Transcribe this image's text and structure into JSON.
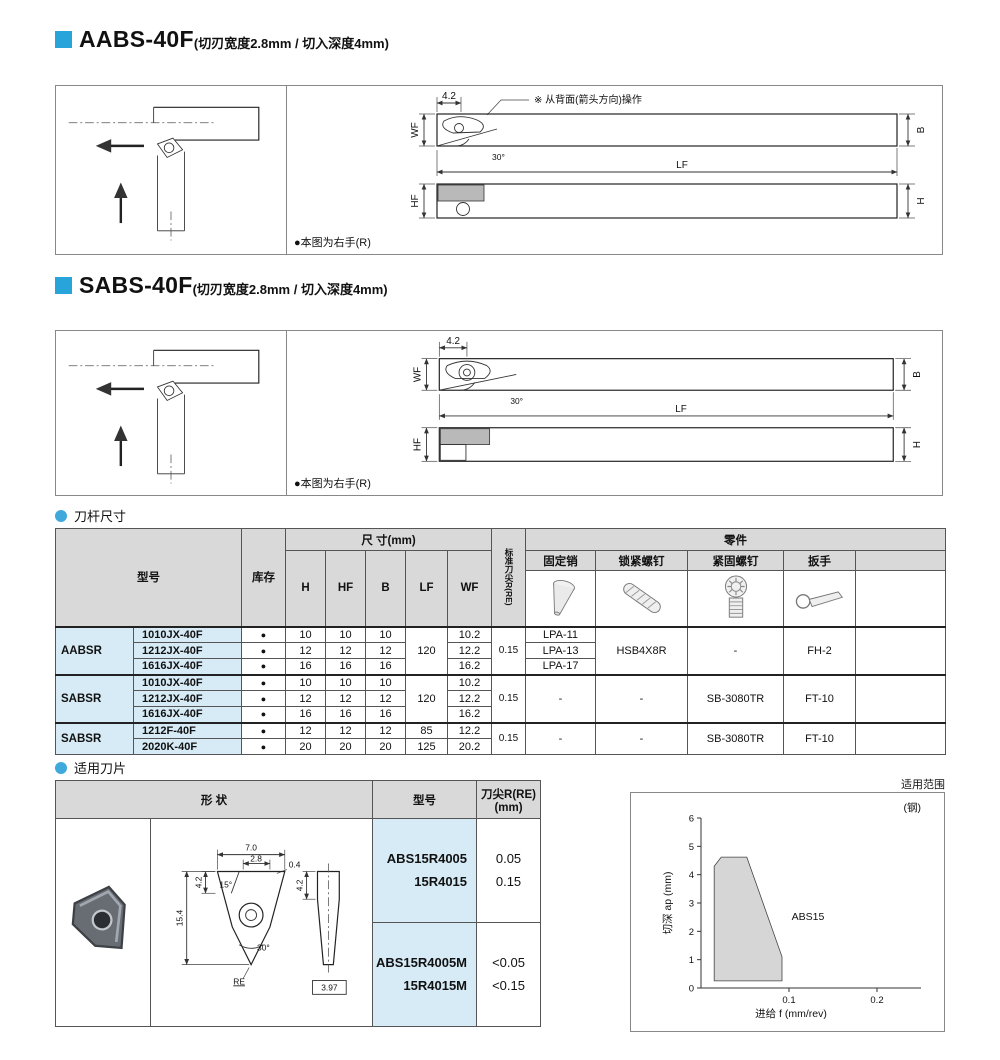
{
  "colors": {
    "accent": "#29a4da",
    "bullet": "#3fa9dc",
    "header_bg": "#d9d9d9",
    "model_bg": "#d7ebf6",
    "region_fill": "#d6d6d6"
  },
  "section_aabs": {
    "title": "AABS-40F",
    "subtitle": "(切刃宽度2.8mm / 切入深度4mm)",
    "back_note": "※ 从背面(箭头方向)操作",
    "hand_note": "●本图为右手(R)",
    "dims": {
      "d42": "4.2",
      "wf": "WF",
      "b": "B",
      "deg30": "30°",
      "lf": "LF",
      "hf": "HF",
      "h": "H"
    }
  },
  "section_sabs": {
    "title": "SABS-40F",
    "subtitle": "(切刃宽度2.8mm / 切入深度4mm)",
    "hand_note": "●本图为右手(R)",
    "dims": {
      "d42": "4.2",
      "wf": "WF",
      "b": "B",
      "deg30": "30°",
      "lf": "LF",
      "hf": "HF",
      "h": "H"
    }
  },
  "shank": {
    "section_title": "刀杆尺寸",
    "col_model": "型号",
    "col_stock": "库存",
    "col_size": "尺 寸(mm)",
    "col_h": "H",
    "col_hf": "HF",
    "col_b": "B",
    "col_lf": "LF",
    "col_wf": "WF",
    "col_r": "标准刀尖R(RE)",
    "col_parts": "零件",
    "col_pin": "固定销",
    "col_lock": "锁紧螺钉",
    "col_fasten": "紧固螺钉",
    "col_wrench": "扳手",
    "groups": [
      {
        "series": "AABSR",
        "lf": "120",
        "r": "0.15",
        "lock": "HSB4X8R",
        "fasten": "-",
        "wrench": "FH-2",
        "rows": [
          {
            "model": "1010JX-40F",
            "stock": "●",
            "h": "10",
            "hf": "10",
            "b": "10",
            "wf": "10.2",
            "pin": "LPA-11"
          },
          {
            "model": "1212JX-40F",
            "stock": "●",
            "h": "12",
            "hf": "12",
            "b": "12",
            "wf": "12.2",
            "pin": "LPA-13"
          },
          {
            "model": "1616JX-40F",
            "stock": "●",
            "h": "16",
            "hf": "16",
            "b": "16",
            "wf": "16.2",
            "pin": "LPA-17"
          }
        ]
      },
      {
        "series": "SABSR",
        "lf": "120",
        "r": "0.15",
        "pin": "-",
        "lock": "-",
        "fasten": "SB-3080TR",
        "wrench": "FT-10",
        "rows": [
          {
            "model": "1010JX-40F",
            "stock": "●",
            "h": "10",
            "hf": "10",
            "b": "10",
            "wf": "10.2"
          },
          {
            "model": "1212JX-40F",
            "stock": "●",
            "h": "12",
            "hf": "12",
            "b": "12",
            "wf": "12.2"
          },
          {
            "model": "1616JX-40F",
            "stock": "●",
            "h": "16",
            "hf": "16",
            "b": "16",
            "wf": "16.2"
          }
        ]
      },
      {
        "series": "SABSR",
        "r": "0.15",
        "pin": "-",
        "lock": "-",
        "fasten": "SB-3080TR",
        "wrench": "FT-10",
        "rows": [
          {
            "model": "1212F-40F",
            "stock": "●",
            "h": "12",
            "hf": "12",
            "b": "12",
            "lf": "85",
            "wf": "12.2"
          },
          {
            "model": "2020K-40F",
            "stock": "●",
            "h": "20",
            "hf": "20",
            "b": "20",
            "lf": "125",
            "wf": "20.2"
          }
        ]
      }
    ]
  },
  "inserts": {
    "section_title": "适用刀片",
    "col_shape": "形 状",
    "col_model": "型号",
    "col_r_line1": "刀尖R(RE)",
    "col_r_line2": "(mm)",
    "rows": [
      {
        "model1": "ABS15R4005",
        "model2": "15R4015",
        "r1": "0.05",
        "r2": "0.15"
      },
      {
        "model1": "ABS15R4005M",
        "model2": "15R4015M",
        "r1": "<0.05",
        "r2": "<0.15"
      }
    ],
    "drawing_dims": {
      "w70": "7.0",
      "w28": "2.8",
      "w04": "0.4",
      "a15": "15°",
      "h42": "4.2",
      "h154": "15.4",
      "a30": "30°",
      "re": "RE",
      "t397": "3.97",
      "s42": "4.2"
    }
  },
  "chart_data": {
    "type": "area",
    "title": "适用范围",
    "material": "(钢)",
    "xlabel": "进给 f (mm/rev)",
    "ylabel": "切深 ap (mm)",
    "xlim": [
      0,
      0.25
    ],
    "ylim": [
      0,
      6
    ],
    "xticks": [
      0.1,
      0.2
    ],
    "yticks": [
      0,
      1,
      2,
      3,
      4,
      5,
      6
    ],
    "region_label": "ABS15",
    "region_label_pos": [
      0.103,
      2.4
    ],
    "region": [
      [
        0.015,
        0.25
      ],
      [
        0.015,
        4.3
      ],
      [
        0.023,
        4.62
      ],
      [
        0.052,
        4.62
      ],
      [
        0.092,
        1.1
      ],
      [
        0.092,
        0.25
      ]
    ]
  }
}
